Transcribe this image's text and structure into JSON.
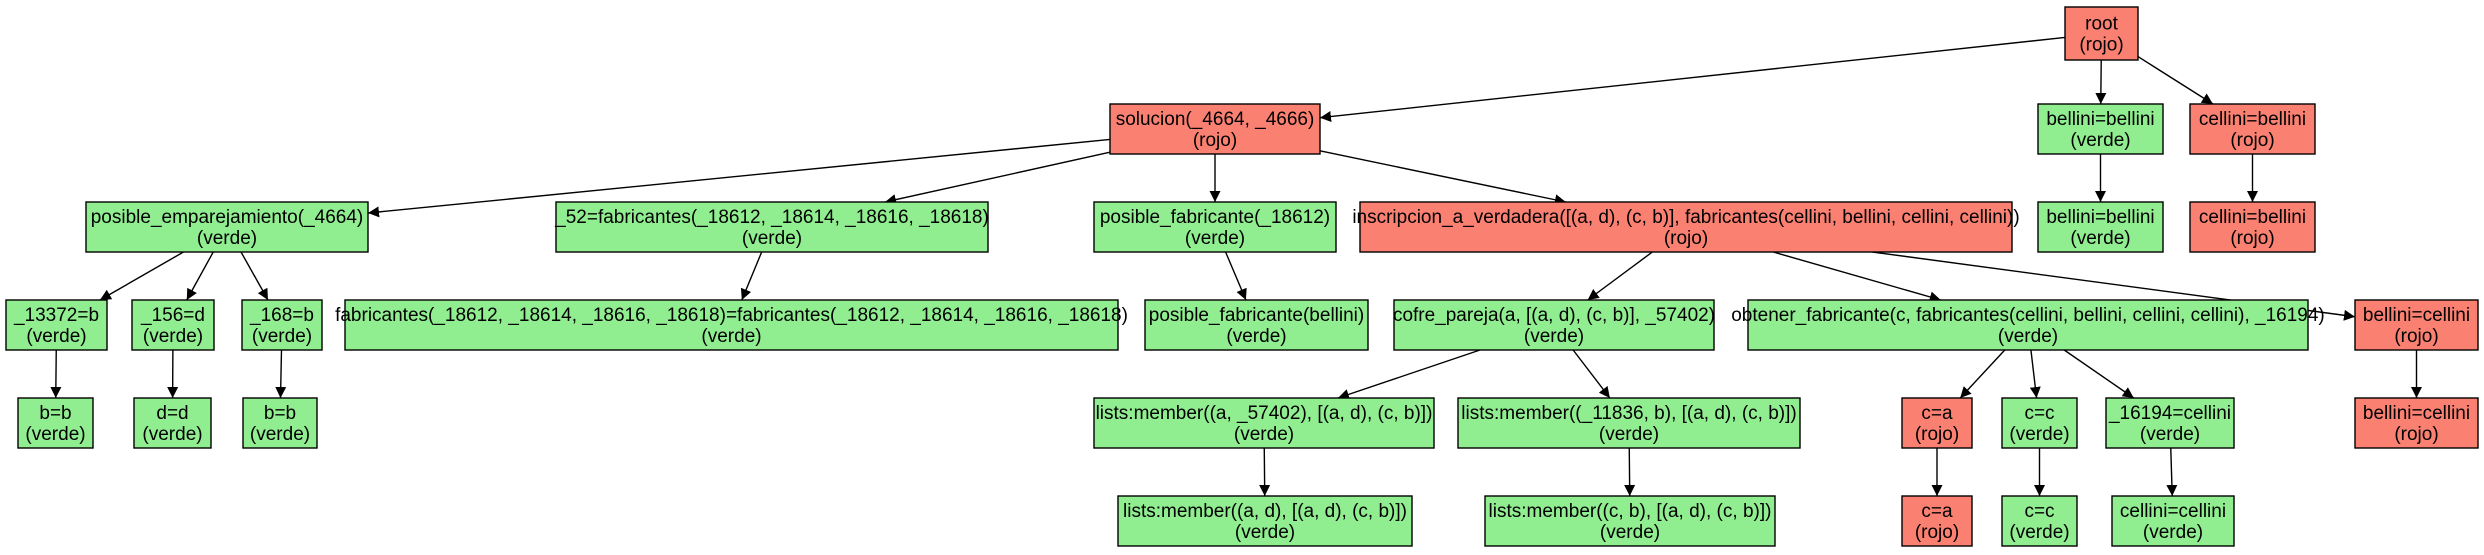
{
  "colors": {
    "rojo": "#fa8072",
    "verde": "#90ee90",
    "stroke": "#000000",
    "background": "#ffffff"
  },
  "nodes": [
    {
      "id": "root",
      "text": "root",
      "status": "(rojo)"
    },
    {
      "id": "solucion",
      "text": "solucion(_4664, _4666)",
      "status": "(rojo)"
    },
    {
      "id": "bb1",
      "text": "bellini=bellini",
      "status": "(verde)"
    },
    {
      "id": "cb1",
      "text": "cellini=bellini",
      "status": "(rojo)"
    },
    {
      "id": "bb2",
      "text": "bellini=bellini",
      "status": "(verde)"
    },
    {
      "id": "cb2",
      "text": "cellini=bellini",
      "status": "(rojo)"
    },
    {
      "id": "pe",
      "text": "posible_emparejamiento(_4664)",
      "status": "(verde)"
    },
    {
      "id": "f52",
      "text": "_52=fabricantes(_18612, _18614, _18616, _18618)",
      "status": "(verde)"
    },
    {
      "id": "pf",
      "text": "posible_fabricante(_18612)",
      "status": "(verde)"
    },
    {
      "id": "iv",
      "text": "inscripcion_a_verdadera([(a, d), (c, b)], fabricantes(cellini, bellini, cellini, cellini))",
      "status": "(rojo)"
    },
    {
      "id": "n13372",
      "text": "_13372=b",
      "status": "(verde)"
    },
    {
      "id": "n156",
      "text": "_156=d",
      "status": "(verde)"
    },
    {
      "id": "n168",
      "text": "_168=b",
      "status": "(verde)"
    },
    {
      "id": "fabeq",
      "text": "fabricantes(_18612, _18614, _18616, _18618)=fabricantes(_18612, _18614, _18616, _18618)",
      "status": "(verde)"
    },
    {
      "id": "pfb",
      "text": "posible_fabricante(bellini)",
      "status": "(verde)"
    },
    {
      "id": "cofre",
      "text": "cofre_pareja(a, [(a, d), (c, b)], _57402)",
      "status": "(verde)"
    },
    {
      "id": "obt",
      "text": "obtener_fabricante(c, fabricantes(cellini, bellini, cellini, cellini), _16194)",
      "status": "(verde)"
    },
    {
      "id": "bc1",
      "text": "bellini=cellini",
      "status": "(rojo)"
    },
    {
      "id": "bb_b",
      "text": "b=b",
      "status": "(verde)"
    },
    {
      "id": "dd",
      "text": "d=d",
      "status": "(verde)"
    },
    {
      "id": "bb_b2",
      "text": "b=b",
      "status": "(verde)"
    },
    {
      "id": "lm1",
      "text": "lists:member((a, _57402), [(a, d), (c, b)])",
      "status": "(verde)"
    },
    {
      "id": "lm2",
      "text": "lists:member((_11836, b), [(a, d), (c, b)])",
      "status": "(verde)"
    },
    {
      "id": "ca1",
      "text": "c=a",
      "status": "(rojo)"
    },
    {
      "id": "cc1",
      "text": "c=c",
      "status": "(verde)"
    },
    {
      "id": "n16194",
      "text": "_16194=cellini",
      "status": "(verde)"
    },
    {
      "id": "bc2",
      "text": "bellini=cellini",
      "status": "(rojo)"
    },
    {
      "id": "lm3",
      "text": "lists:member((a, d), [(a, d), (c, b)])",
      "status": "(verde)"
    },
    {
      "id": "lm4",
      "text": "lists:member((c, b), [(a, d), (c, b)])",
      "status": "(verde)"
    },
    {
      "id": "ca2",
      "text": "c=a",
      "status": "(rojo)"
    },
    {
      "id": "cc2",
      "text": "c=c",
      "status": "(verde)"
    },
    {
      "id": "cc3",
      "text": "cellini=cellini",
      "status": "(verde)"
    }
  ],
  "edges": [
    [
      "root",
      "solucion"
    ],
    [
      "root",
      "bb1"
    ],
    [
      "root",
      "cb1"
    ],
    [
      "bb1",
      "bb2"
    ],
    [
      "cb1",
      "cb2"
    ],
    [
      "solucion",
      "pe"
    ],
    [
      "solucion",
      "f52"
    ],
    [
      "solucion",
      "pf"
    ],
    [
      "solucion",
      "iv"
    ],
    [
      "pe",
      "n13372"
    ],
    [
      "pe",
      "n156"
    ],
    [
      "pe",
      "n168"
    ],
    [
      "n13372",
      "bb_b"
    ],
    [
      "n156",
      "dd"
    ],
    [
      "n168",
      "bb_b2"
    ],
    [
      "f52",
      "fabeq"
    ],
    [
      "pf",
      "pfb"
    ],
    [
      "iv",
      "cofre"
    ],
    [
      "iv",
      "obt"
    ],
    [
      "iv",
      "bc1"
    ],
    [
      "cofre",
      "lm1"
    ],
    [
      "cofre",
      "lm2"
    ],
    [
      "lm1",
      "lm3"
    ],
    [
      "lm2",
      "lm4"
    ],
    [
      "obt",
      "ca1"
    ],
    [
      "obt",
      "cc1"
    ],
    [
      "obt",
      "n16194"
    ],
    [
      "ca1",
      "ca2"
    ],
    [
      "cc1",
      "cc2"
    ],
    [
      "n16194",
      "cc3"
    ],
    [
      "bc1",
      "bc2"
    ]
  ]
}
